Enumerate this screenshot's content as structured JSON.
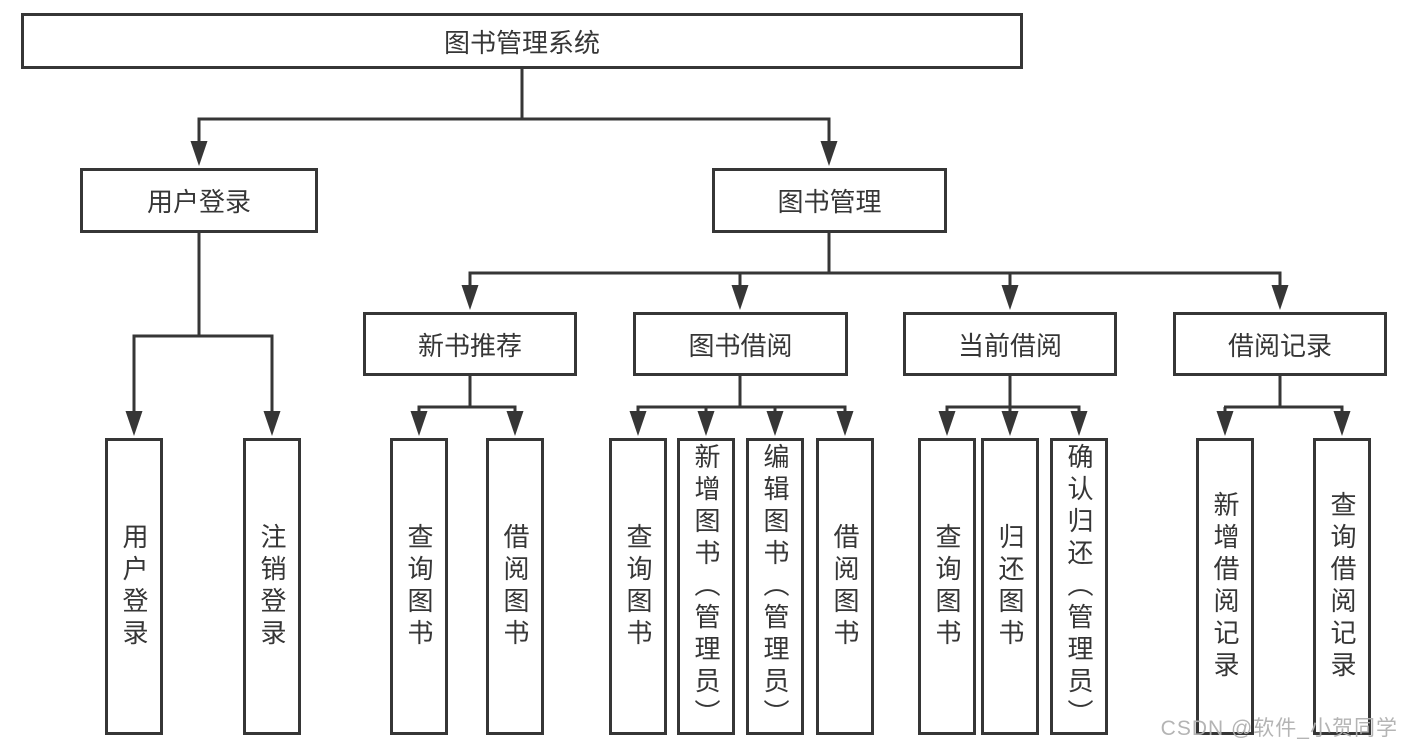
{
  "tree": {
    "label": "图书管理系统",
    "children": [
      {
        "label": "用户登录",
        "children": [
          {
            "label": "用户登录"
          },
          {
            "label": "注销登录"
          }
        ]
      },
      {
        "label": "图书管理",
        "children": [
          {
            "label": "新书推荐",
            "children": [
              {
                "label": "查询图书"
              },
              {
                "label": "借阅图书"
              }
            ]
          },
          {
            "label": "图书借阅",
            "children": [
              {
                "label": "查询图书"
              },
              {
                "label": "新增图书（管理员）"
              },
              {
                "label": "编辑图书（管理员）"
              },
              {
                "label": "借阅图书"
              }
            ]
          },
          {
            "label": "当前借阅",
            "children": [
              {
                "label": "查询图书"
              },
              {
                "label": "归还图书"
              },
              {
                "label": "确认归还（管理员）"
              }
            ]
          },
          {
            "label": "借阅记录",
            "children": [
              {
                "label": "新增借阅记录"
              },
              {
                "label": "查询借阅记录"
              }
            ]
          }
        ]
      }
    ]
  },
  "watermark": {
    "text": "CSDN @软件_小贺同学"
  },
  "colors": {
    "line": "#363636",
    "text": "#363636",
    "box_background": "#ffffff",
    "page_background": "#ffffff",
    "watermark": "#b0b0b0"
  }
}
